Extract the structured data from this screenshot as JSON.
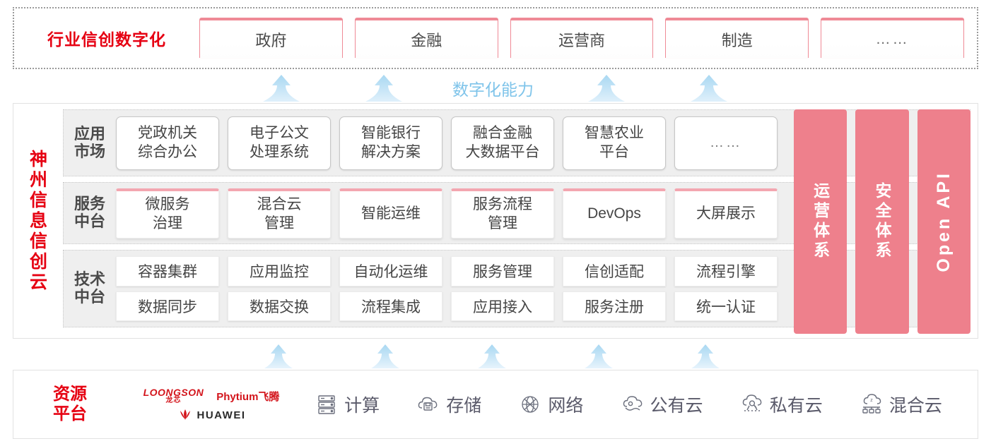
{
  "industry_band": {
    "title": "行业信创数字化",
    "boxes": [
      {
        "label": "政府"
      },
      {
        "label": "金融"
      },
      {
        "label": "运营商"
      },
      {
        "label": "制造"
      },
      {
        "label": "……"
      }
    ]
  },
  "capability": {
    "label": "数字化能力",
    "color": "#7fc4ea",
    "arrow_count": 4
  },
  "cloud_panel": {
    "title": "神州信息信创云",
    "layers": [
      {
        "label": "应用\n市场",
        "label_line1": "应用",
        "label_line2": "市场",
        "items": [
          {
            "line1": "党政机关",
            "line2": "综合办公"
          },
          {
            "line1": "电子公文",
            "line2": "处理系统"
          },
          {
            "line1": "智能银行",
            "line2": "解决方案"
          },
          {
            "line1": "融合金融",
            "line2": "大数据平台"
          },
          {
            "line1": "智慧农业",
            "line2": "平台"
          },
          {
            "line1": "……",
            "line2": ""
          }
        ]
      },
      {
        "label_line1": "服务",
        "label_line2": "中台",
        "items": [
          {
            "line1": "微服务",
            "line2": "治理"
          },
          {
            "line1": "混合云",
            "line2": "管理"
          },
          {
            "line1": "智能运维",
            "line2": ""
          },
          {
            "line1": "服务流程",
            "line2": "管理"
          },
          {
            "line1": "DevOps",
            "line2": ""
          },
          {
            "line1": "大屏展示",
            "line2": ""
          }
        ]
      },
      {
        "label_line1": "技术",
        "label_line2": "中台",
        "row1": [
          "容器集群",
          "应用监控",
          "自动化运维",
          "服务管理",
          "信创适配",
          "流程引擎"
        ],
        "row2": [
          "数据同步",
          "数据交换",
          "流程集成",
          "应用接入",
          "服务注册",
          "统一认证"
        ]
      }
    ],
    "pillars": [
      {
        "label": "运营体系",
        "color": "#ee808c"
      },
      {
        "label": "安全体系",
        "color": "#ee808c"
      },
      {
        "label": "Open API",
        "color": "#ee808c"
      }
    ]
  },
  "lower_arrows": {
    "count": 5
  },
  "resource_platform": {
    "title_line1": "资源",
    "title_line2": "平台",
    "logos": [
      {
        "name": "loongson-logo",
        "en": "LOONGSON",
        "cn": "龙芯"
      },
      {
        "name": "phytium-logo",
        "text": "Phytium飞腾"
      },
      {
        "name": "huawei-logo",
        "text": "HUAWEI"
      }
    ],
    "items": [
      {
        "icon": "server-icon",
        "label": "计算"
      },
      {
        "icon": "storage-cloud-icon",
        "label": "存储"
      },
      {
        "icon": "network-icon",
        "label": "网络"
      },
      {
        "icon": "public-cloud-icon",
        "label": "公有云"
      },
      {
        "icon": "private-cloud-icon",
        "label": "私有云"
      },
      {
        "icon": "hybrid-cloud-icon",
        "label": "混合云"
      }
    ]
  },
  "colors": {
    "brand_red": "#e60012",
    "pink": "#ee808c",
    "pink_border": "#ef8a96",
    "arrow_blue": "#cfe8f7",
    "layer_bg": "#efefef"
  }
}
